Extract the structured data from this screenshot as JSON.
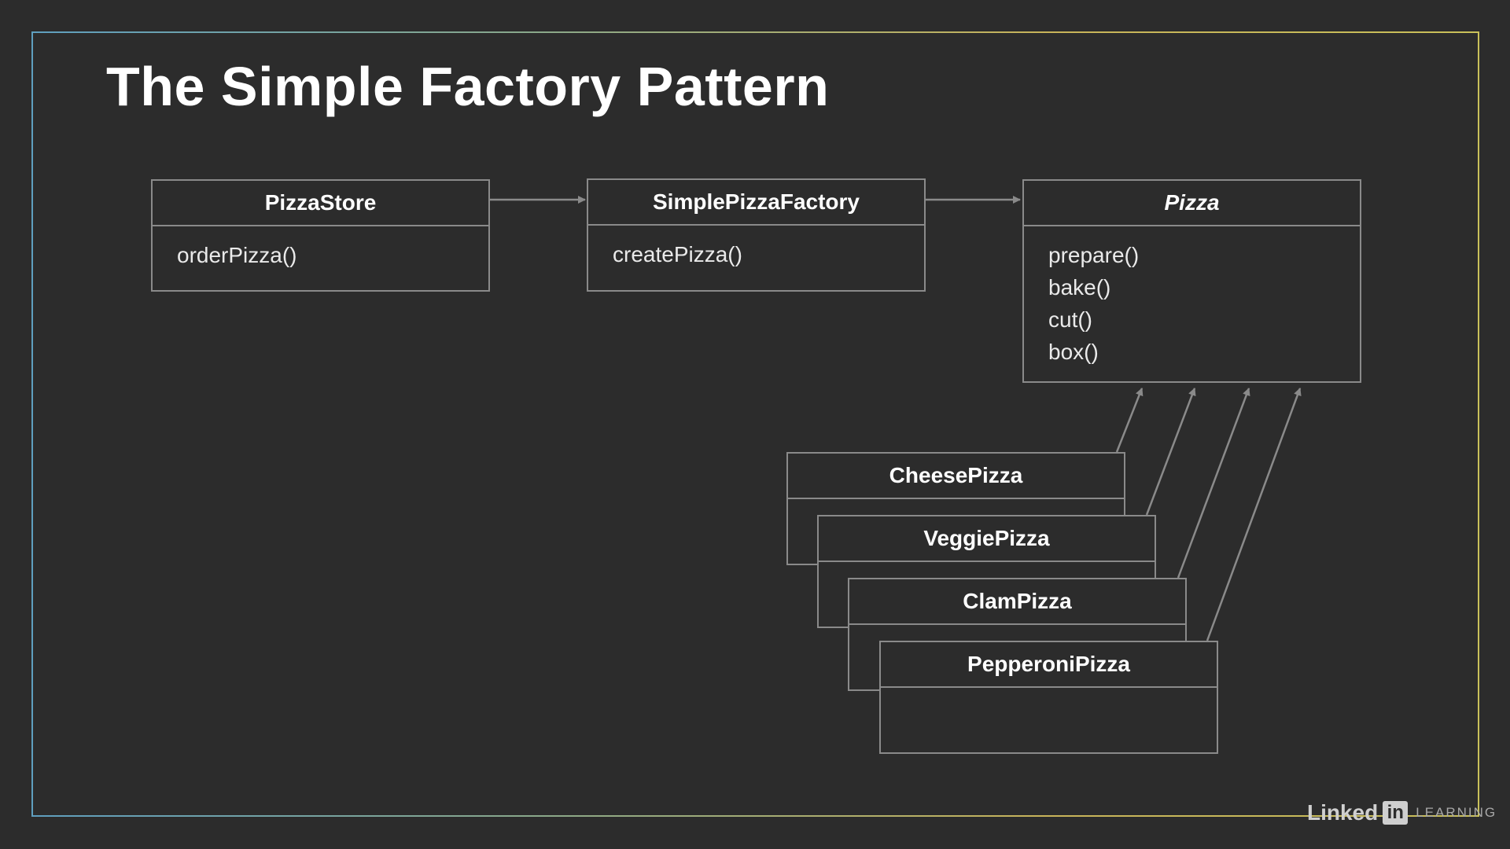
{
  "title": "The Simple Factory Pattern",
  "classes": {
    "pizza_store": {
      "name": "PizzaStore",
      "methods": [
        "orderPizza()"
      ]
    },
    "simple_pizza_factory": {
      "name": "SimplePizzaFactory",
      "methods": [
        "createPizza()"
      ]
    },
    "pizza": {
      "name": "Pizza",
      "methods": [
        "prepare()",
        "bake()",
        "cut()",
        "box()"
      ]
    },
    "cheese_pizza": {
      "name": "CheesePizza"
    },
    "veggie_pizza": {
      "name": "VeggiePizza"
    },
    "clam_pizza": {
      "name": "ClamPizza"
    },
    "pepperoni_pizza": {
      "name": "PepperoniPizza"
    }
  },
  "brand": {
    "linked": "Linked",
    "in": "in",
    "learning": "LEARNING"
  },
  "colors": {
    "background": "#2c2c2c",
    "box_border": "#8a8a8a",
    "arrow": "#8a8a8a",
    "text": "#ffffff"
  }
}
